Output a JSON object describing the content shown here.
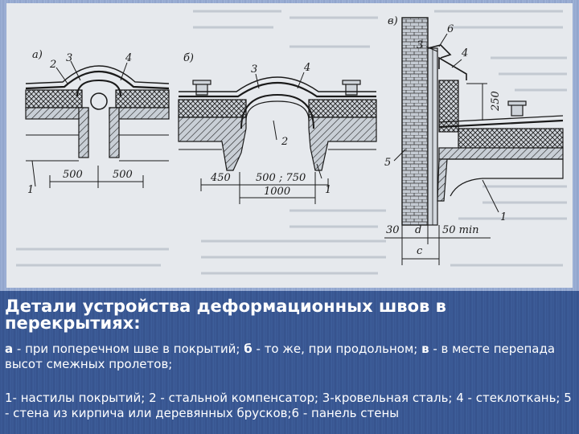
{
  "figure": {
    "panel_labels": [
      "а)",
      "б)",
      "в)"
    ],
    "callouts_a": [
      "1",
      "2",
      "3",
      "4"
    ],
    "callouts_b": [
      "1",
      "2",
      "3",
      "4"
    ],
    "callouts_c": [
      "1",
      "3",
      "4",
      "5",
      "6"
    ],
    "dims_a": [
      "500",
      "500"
    ],
    "dims_b": [
      "450",
      "500 ; 750",
      "1000"
    ],
    "dims_c": [
      "250",
      "30",
      "d",
      "50 min",
      "c"
    ]
  },
  "caption": {
    "title": "Детали устройства деформационных швов в перекрытиях:",
    "sub": [
      {
        "key": "а",
        "text": " - при поперечном шве в покрытий; "
      },
      {
        "key": "б",
        "text": " - то же, при продольном; "
      },
      {
        "key": "в",
        "text": " - в месте перепада высот смежных пролетов;"
      }
    ],
    "legend": "1- настилы покрытий; 2 - стальной компенсатор; 3-кровельная сталь; 4 - стеклоткань; 5 - стена из кирпича или деревянных брусков;6 - панель стены"
  }
}
